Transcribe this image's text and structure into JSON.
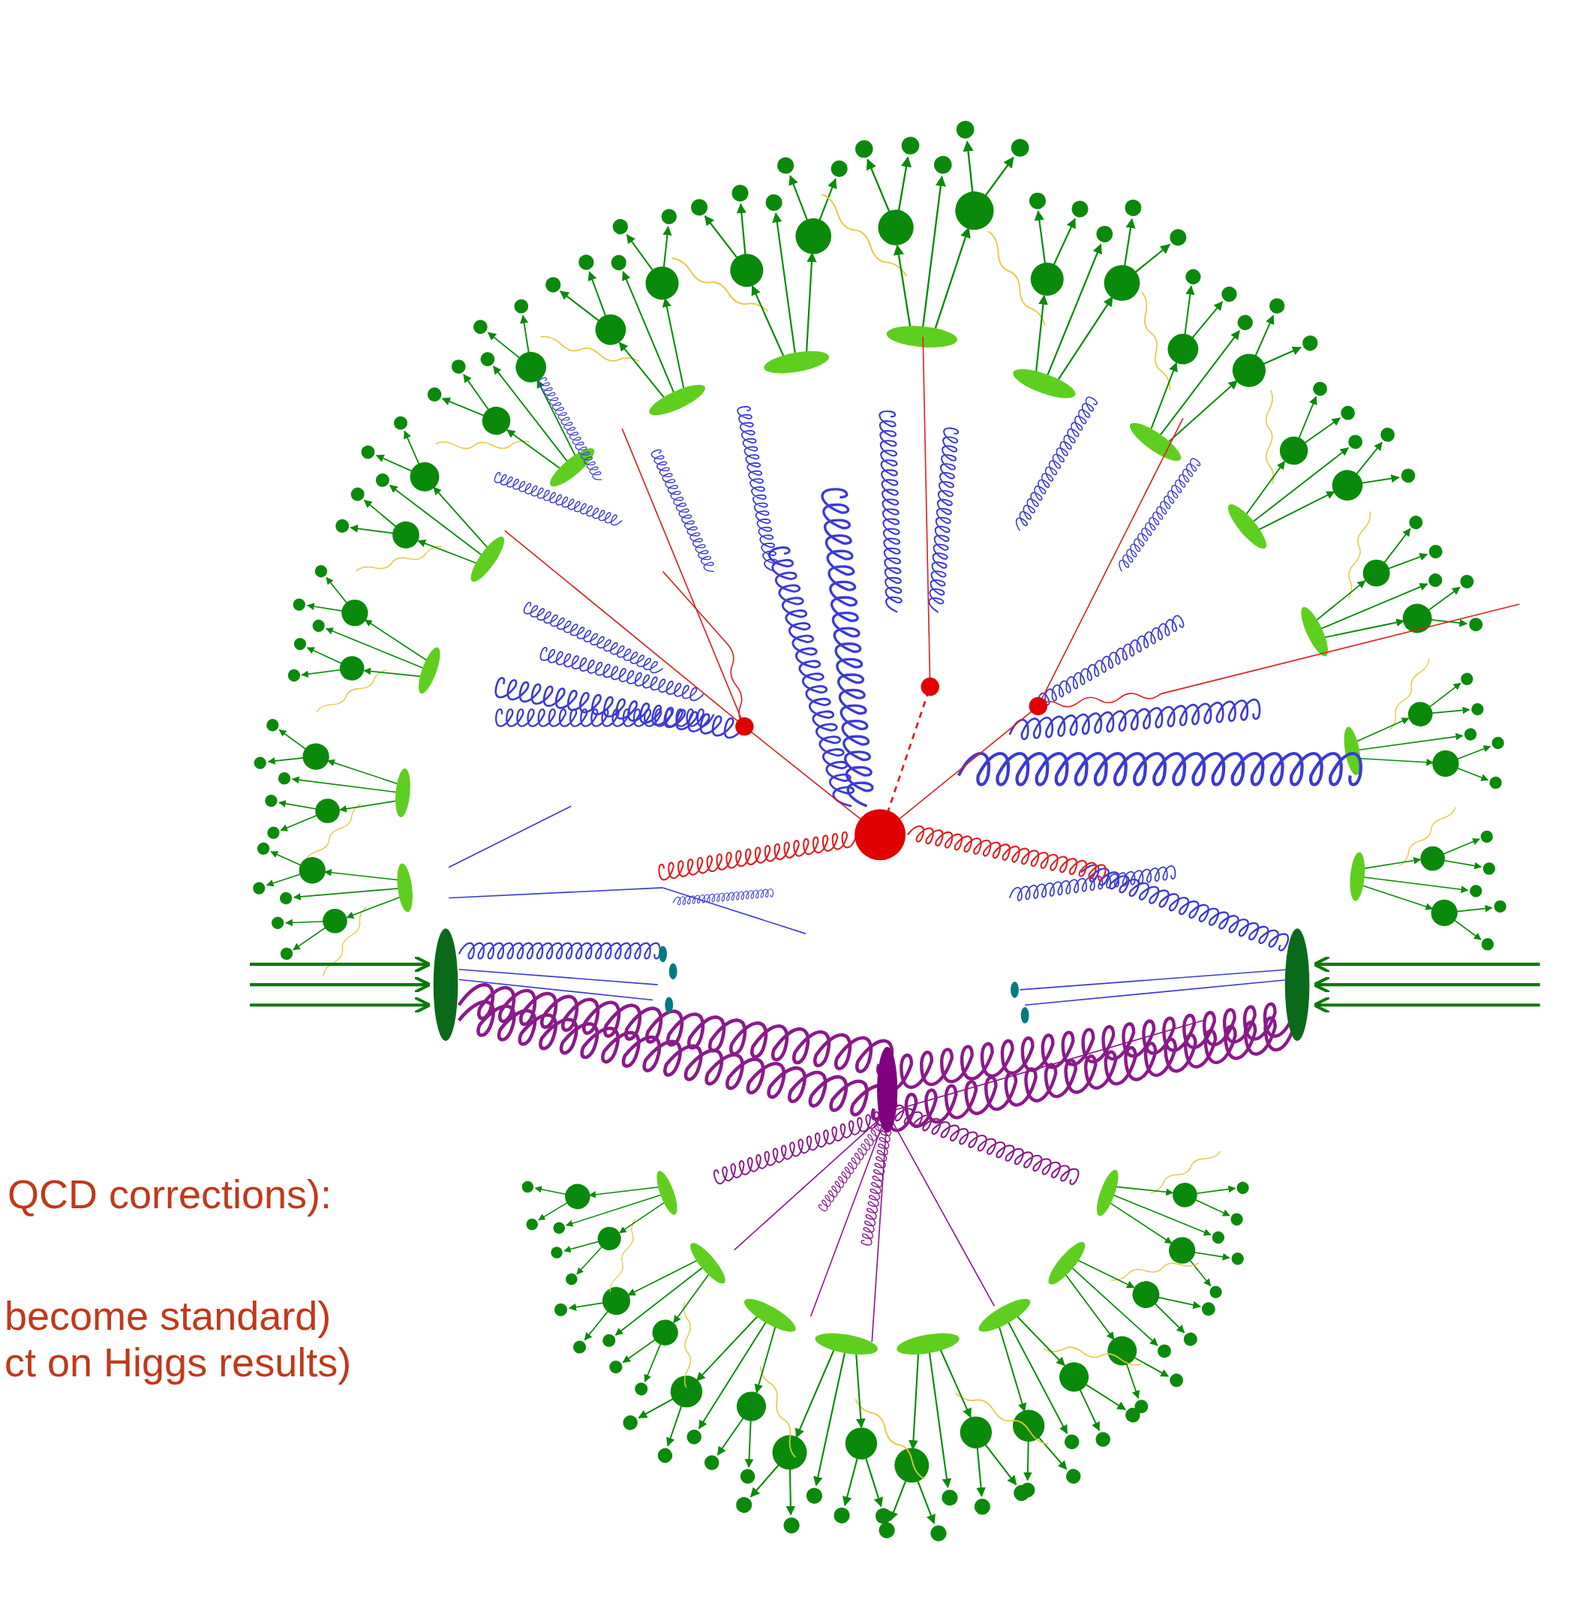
{
  "diagram": {
    "labels": [
      "QCD corrections):",
      "become standard)",
      "ct on Higgs results)"
    ]
  }
}
